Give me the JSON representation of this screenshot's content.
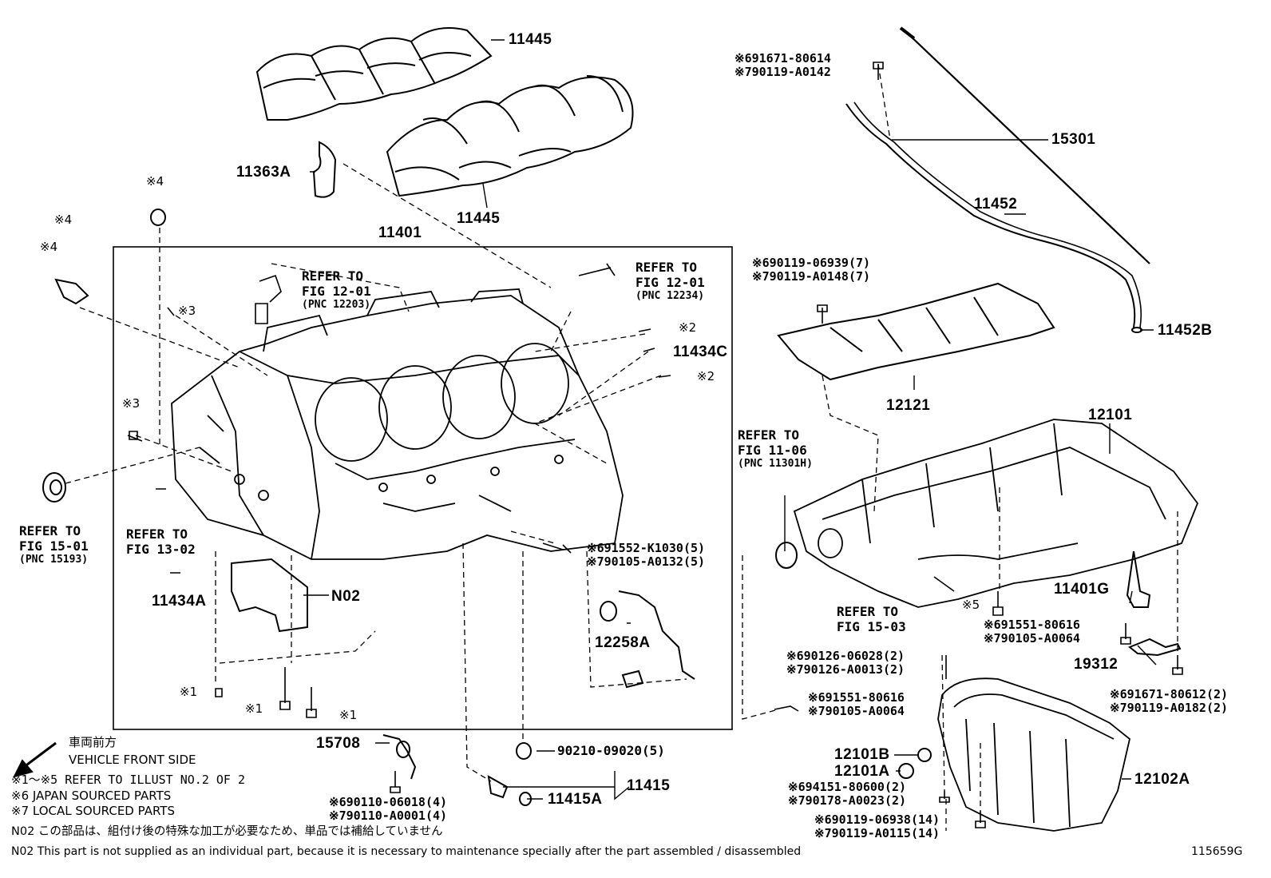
{
  "callouts": {
    "p11445_top": "11445",
    "p11445_bottom": "11445",
    "p11363A": "11363A",
    "p11401": "11401",
    "p15301": "15301",
    "p11452": "11452",
    "p11452B": "11452B",
    "p11434C": "11434C",
    "p12121": "12121",
    "p12101": "12101",
    "p11434A": "11434A",
    "pN02": "N02",
    "p12258A": "12258A",
    "p11401G": "11401G",
    "p19312": "19312",
    "p15708": "15708",
    "p90210": "90210-09020(5)",
    "p11415": "11415",
    "p11415A": "11415A",
    "p12101B": "12101B",
    "p12101A": "12101A",
    "p12102A": "12102A",
    "figno": "115659G"
  },
  "stars": {
    "s4a": "※4",
    "s4b": "※4",
    "s4c": "※4",
    "s3a": "※3",
    "s3b": "※3",
    "s2a": "※2",
    "s2b": "※2",
    "s1a": "※1",
    "s1b": "※1",
    "s1c": "※1",
    "s5": "※5"
  },
  "part_pairs": {
    "top_bolt": [
      "※691671-80614",
      "※790119-A0142"
    ],
    "cover_bolt": [
      "※690119-06939(7)",
      "※790119-A0148(7)"
    ],
    "block_bolt": [
      "※691552-K1030(5)",
      "※790105-A0132(5)"
    ],
    "pan_bolt": [
      "※691551-80616",
      "※790105-A0064"
    ],
    "stud_right": [
      "※691671-80612(2)",
      "※790119-A0182(2)"
    ],
    "stud": [
      "※690126-06028(2)",
      "※790126-A0013(2)"
    ],
    "lower_bolt": [
      "※691551-80616",
      "※790105-A0064"
    ],
    "plug": [
      "※694151-80600(2)",
      "※790178-A0023(2)"
    ],
    "pan2_bolt": [
      "※690119-06938(14)",
      "※790119-A0115(14)"
    ],
    "bracket_bolt": [
      "※690110-06018(4)",
      "※790110-A0001(4)"
    ]
  },
  "refers": {
    "r1": [
      "REFER TO",
      "FIG 12-01",
      "(PNC 12203)"
    ],
    "r2": [
      "REFER TO",
      "FIG 12-01",
      "(PNC 12234)"
    ],
    "r3": [
      "REFER TO",
      "FIG 11-06",
      "(PNC 11301H)"
    ],
    "r4": [
      "REFER TO",
      "FIG 15-01",
      "(PNC 15193)"
    ],
    "r5": [
      "REFER TO",
      "FIG 13-02"
    ],
    "r6": [
      "REFER TO",
      "FIG 15-03"
    ]
  },
  "legend": {
    "front_jp": "車両前方",
    "front_en": "VEHICLE FRONT SIDE",
    "line1": "※1～※5 REFER TO ILLUST NO.2 OF 2",
    "line2": "※6 JAPAN SOURCED PARTS",
    "line3": "※7 LOCAL SOURCED PARTS",
    "n02_jp": "N02  この部品は、組付け後の特殊な加工が必要なため、単品では補給していません",
    "n02_en": "N02  This part is not supplied as an individual part, because it is necessary to maintenance specially after the part assembled / disassembled"
  }
}
